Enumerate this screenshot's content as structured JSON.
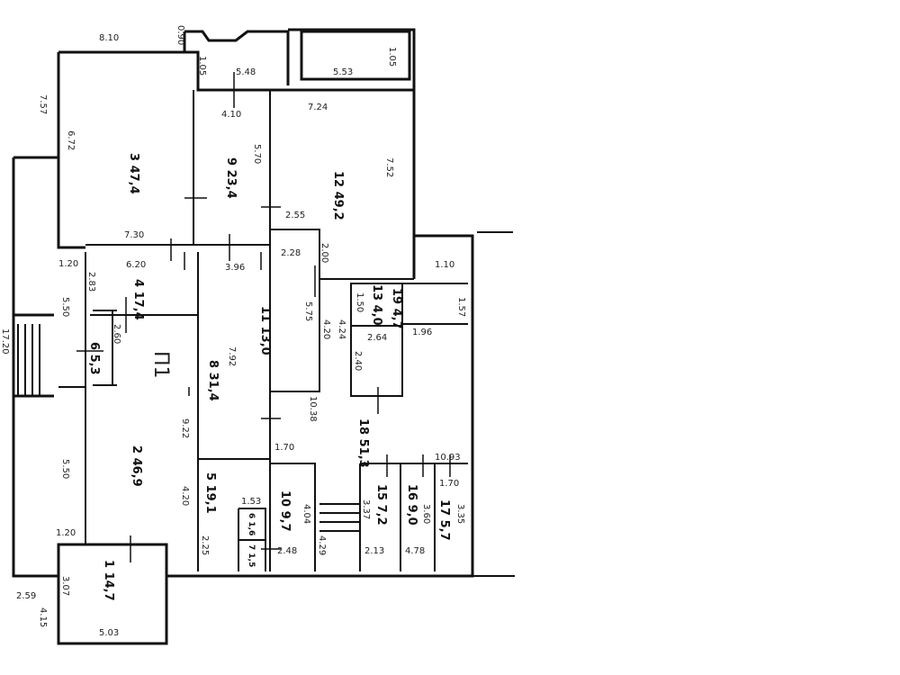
{
  "plan": {
    "room_labels": [
      {
        "no": "3",
        "area": "47,4"
      },
      {
        "no": "9",
        "area": "23,4"
      },
      {
        "no": "12",
        "area": "49,2"
      },
      {
        "no": "4",
        "area": "17,4"
      },
      {
        "no": "6",
        "area": "5,3"
      },
      {
        "no": "8",
        "area": "31,4"
      },
      {
        "no": "11",
        "area": "13,0"
      },
      {
        "no": "13",
        "area": "4,0"
      },
      {
        "no": "19",
        "area": "4,7"
      },
      {
        "no": "18",
        "area": "51,3"
      },
      {
        "no": "2",
        "area": "46,9"
      },
      {
        "no": "5",
        "area": "19,1"
      },
      {
        "no": "6",
        "area": "1,6"
      },
      {
        "no": "7",
        "area": "1,5"
      },
      {
        "no": "10",
        "area": "9,7"
      },
      {
        "no": "15",
        "area": "7,2"
      },
      {
        "no": "16",
        "area": "9,0"
      },
      {
        "no": "17",
        "area": "5,7"
      },
      {
        "no": "1",
        "area": "14,7"
      }
    ],
    "premises_mark": "П1",
    "dimensions": [
      "8.10",
      "0.90",
      "1.05",
      "5.48",
      "5.53",
      "1.05",
      "4.10",
      "7.24",
      "7.57",
      "6.72",
      "5.70",
      "7.52",
      "2.55",
      "7.30",
      "2.28",
      "2.00",
      "1.10",
      "1.20",
      "6.20",
      "3.96",
      "2.83",
      "5.50",
      "1.50",
      "1.57",
      "1.96",
      "5.75",
      "4.20",
      "4.24",
      "2.64",
      "17.20",
      "2.60",
      "2.40",
      "7.92",
      "9.22",
      "10.38",
      "1.70",
      "10.93",
      "5.50",
      "4.20",
      "1.53",
      "4.04",
      "3.37",
      "3.60",
      "3.35",
      "1.70",
      "2.25",
      "2.48",
      "4.29",
      "2.13",
      "4.78",
      "1.20",
      "2.59",
      "3.07",
      "4.15",
      "5.03"
    ]
  }
}
